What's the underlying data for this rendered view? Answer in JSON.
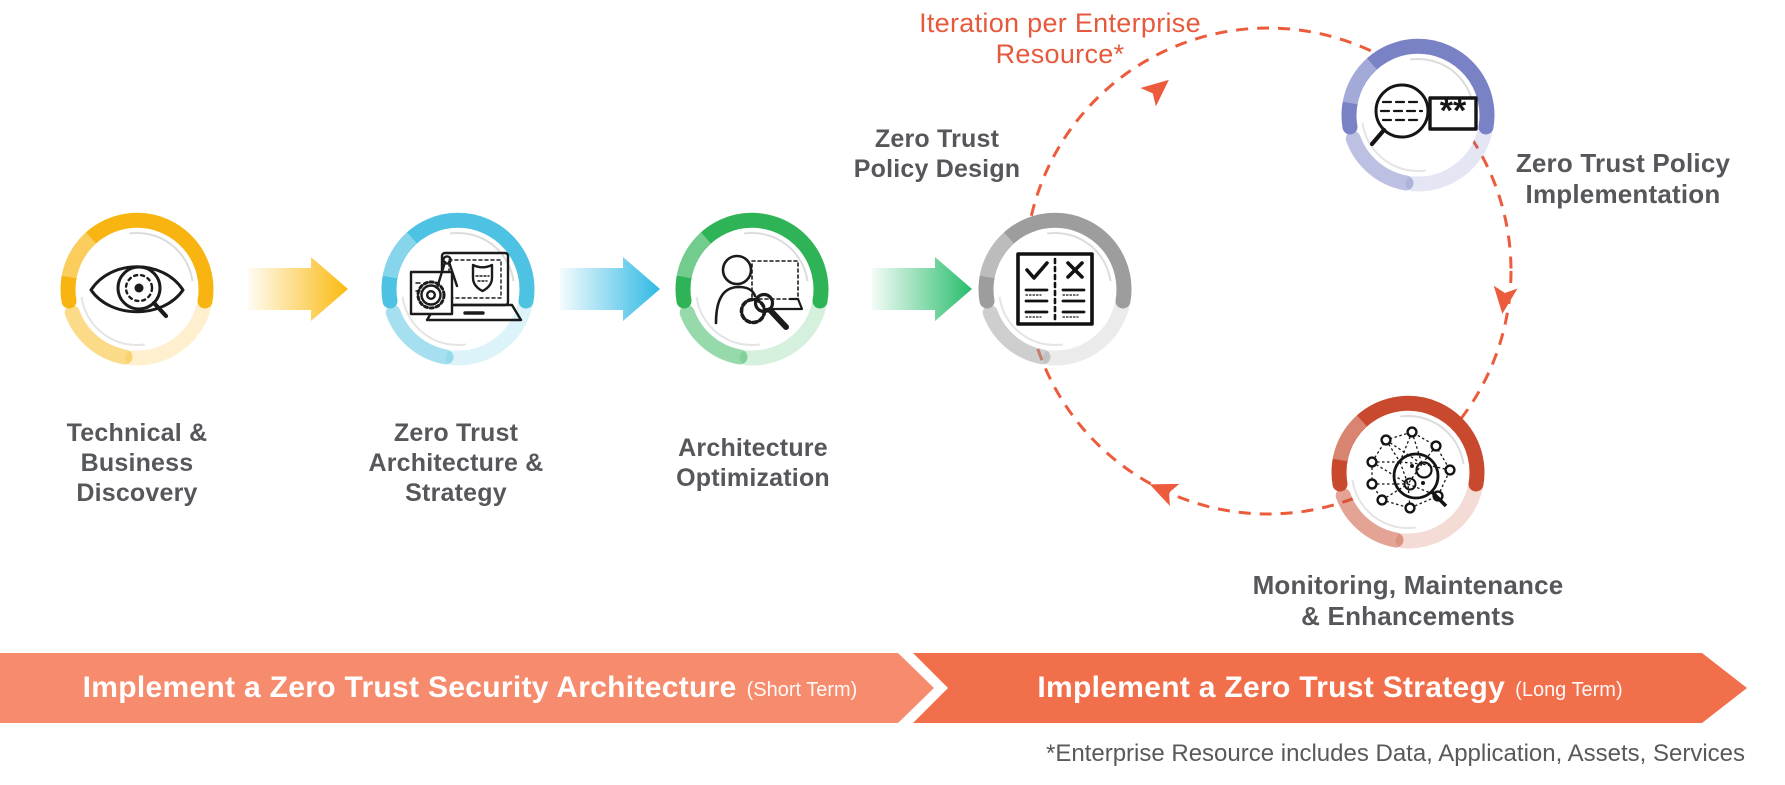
{
  "loop_title": "Iteration per Enterprise Resource*",
  "footnote": "*Enterprise Resource includes Data, Application, Assets, Services",
  "loop_color": "#EC5B3B",
  "label_color": "#55575B",
  "flow_arrow_colors": [
    "#FBBA0F",
    "#2FB9E4",
    "#28BD6C"
  ],
  "password_glyph": "**",
  "nodes": [
    {
      "id": "technical-business-discovery",
      "icon": "eye-search-icon",
      "color": "#F8B511",
      "lines": [
        "Technical &",
        "Business",
        "Discovery"
      ]
    },
    {
      "id": "zero-trust-architecture-strategy",
      "icon": "laptop-blueprint-shield-icon",
      "color": "#4EC2E2",
      "lines": [
        "Zero Trust",
        "Architecture &",
        "Strategy"
      ]
    },
    {
      "id": "architecture-optimization",
      "icon": "engineer-wrench-icon",
      "color": "#2EB457",
      "lines": [
        "Architecture",
        "Optimization"
      ]
    },
    {
      "id": "zero-trust-policy-design",
      "icon": "checklist-book-icon",
      "color": "#9D9D9D",
      "lines": [
        "Zero Trust",
        "Policy Design"
      ]
    },
    {
      "id": "zero-trust-policy-implementation",
      "icon": "magnifier-password-icon",
      "color": "#7A82C6",
      "lines": [
        "Zero Trust Policy",
        "Implementation"
      ]
    },
    {
      "id": "monitoring-maintenance-enhancements",
      "icon": "network-monitor-icon",
      "color": "#C8492E",
      "lines": [
        "Monitoring, Maintenance",
        "& Enhancements"
      ]
    }
  ],
  "banners": [
    {
      "label": "Implement a Zero Trust Security Architecture",
      "term": "(Short Term)",
      "color": "#F68C6D"
    },
    {
      "label": "Implement a Zero Trust Strategy",
      "term": "(Long Term)",
      "color": "#F26F4B"
    }
  ]
}
